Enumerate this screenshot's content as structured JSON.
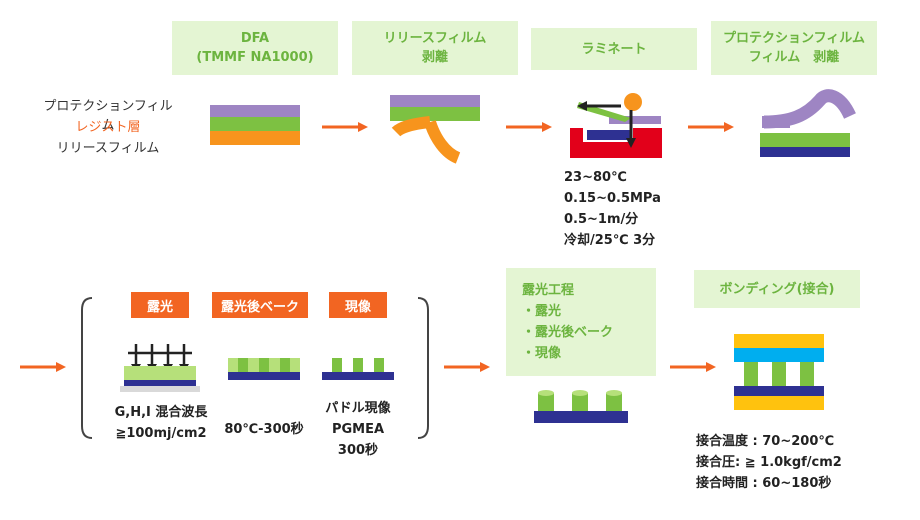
{
  "colors": {
    "purple": "#9e85c3",
    "green": "#7dc142",
    "light_green": "#b6e07a",
    "orange": "#f7941d",
    "navy": "#2e3192",
    "red": "#e2001a",
    "yellow": "#ffc20e",
    "cyan": "#00aeef",
    "arrow": "#f26522",
    "box_bg": "#e4f5d3",
    "box_text": "#6cb43f",
    "tag_bg": "#f26522"
  },
  "top_steps": [
    {
      "line1": "DFA",
      "line2": "(TMMF NA1000)"
    },
    {
      "line1": "リリースフィルム",
      "line2": "剥離"
    },
    {
      "line1": "ラミネート",
      "line2": ""
    },
    {
      "line1": "プロテクションフィルム",
      "line2": "フィルム　剥離"
    }
  ],
  "dfa_layers": [
    "プロテクションフィルム",
    "レジスト層",
    "リリースフィルム"
  ],
  "laminate_conditions": [
    "23~80℃",
    "0.15~0.5MPa",
    "0.5~1m/分",
    "冷却/25℃ 3分"
  ],
  "bottom_tags": [
    "露光",
    "露光後ベーク",
    "現像"
  ],
  "exposure_caption": [
    "G,H,I 混合波長",
    "≧100mj/cm2"
  ],
  "bake_caption": [
    "80℃-300秒"
  ],
  "develop_caption": [
    "パドル現像",
    "PGMEA",
    "300秒"
  ],
  "process_box": {
    "title": "露光工程",
    "items": [
      "・露光",
      "・露光後ベーク",
      "・現像"
    ]
  },
  "bonding_title": "ボンディング(接合)",
  "bonding_conditions": [
    "接合温度 : 70~200℃",
    "接合圧: ≧ 1.0kgf/cm2",
    "接合時間 : 60~180秒"
  ]
}
